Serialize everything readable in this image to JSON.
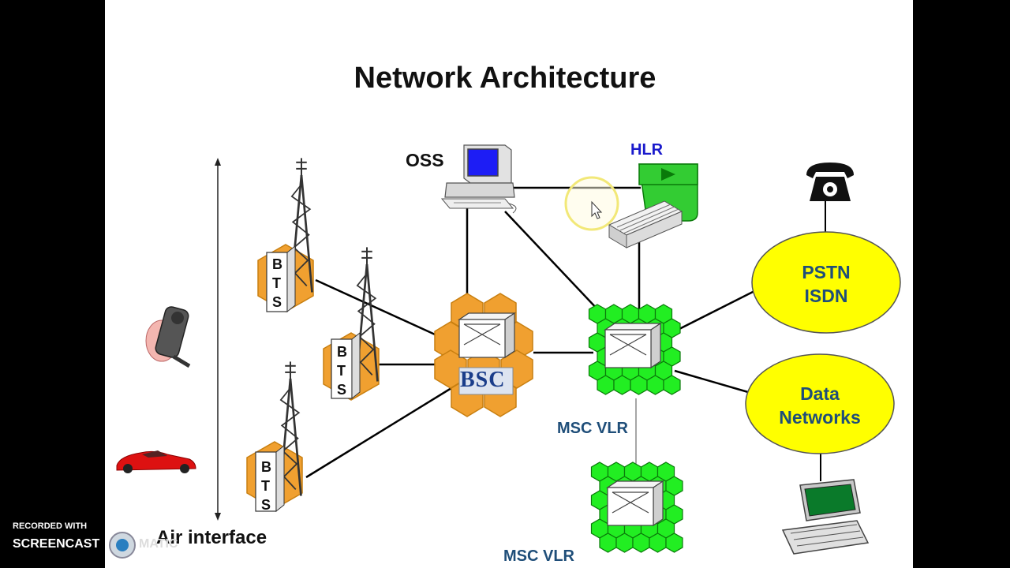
{
  "slide": {
    "title": "Network Architecture"
  },
  "labels": {
    "oss": "OSS",
    "hlr": "HLR",
    "bsc": "BSC",
    "bts": [
      "B",
      "T",
      "S"
    ],
    "msc_vlr_top": "MSC VLR",
    "msc_vlr_bottom": "MSC VLR",
    "pstn_line1": "PSTN",
    "pstn_line2": "ISDN",
    "data_line1": "Data",
    "data_line2": "Networks",
    "air_interface": "Air interface"
  },
  "watermark": {
    "line1": "RECORDED WITH",
    "line2": "SCREENCAST",
    "line3": "MATIC"
  },
  "colors": {
    "bts_orange": "#f0a030",
    "msc_green": "#22ee22",
    "cloud_yellow": "#ffff00",
    "label_blue": "#1f4e79",
    "hlr_blue": "#1a1acc"
  },
  "icons": [
    "computer-icon",
    "disk-storage-icon",
    "telephone-icon",
    "laptop-icon",
    "mobile-phone-icon",
    "car-icon",
    "antenna-tower-icon"
  ]
}
